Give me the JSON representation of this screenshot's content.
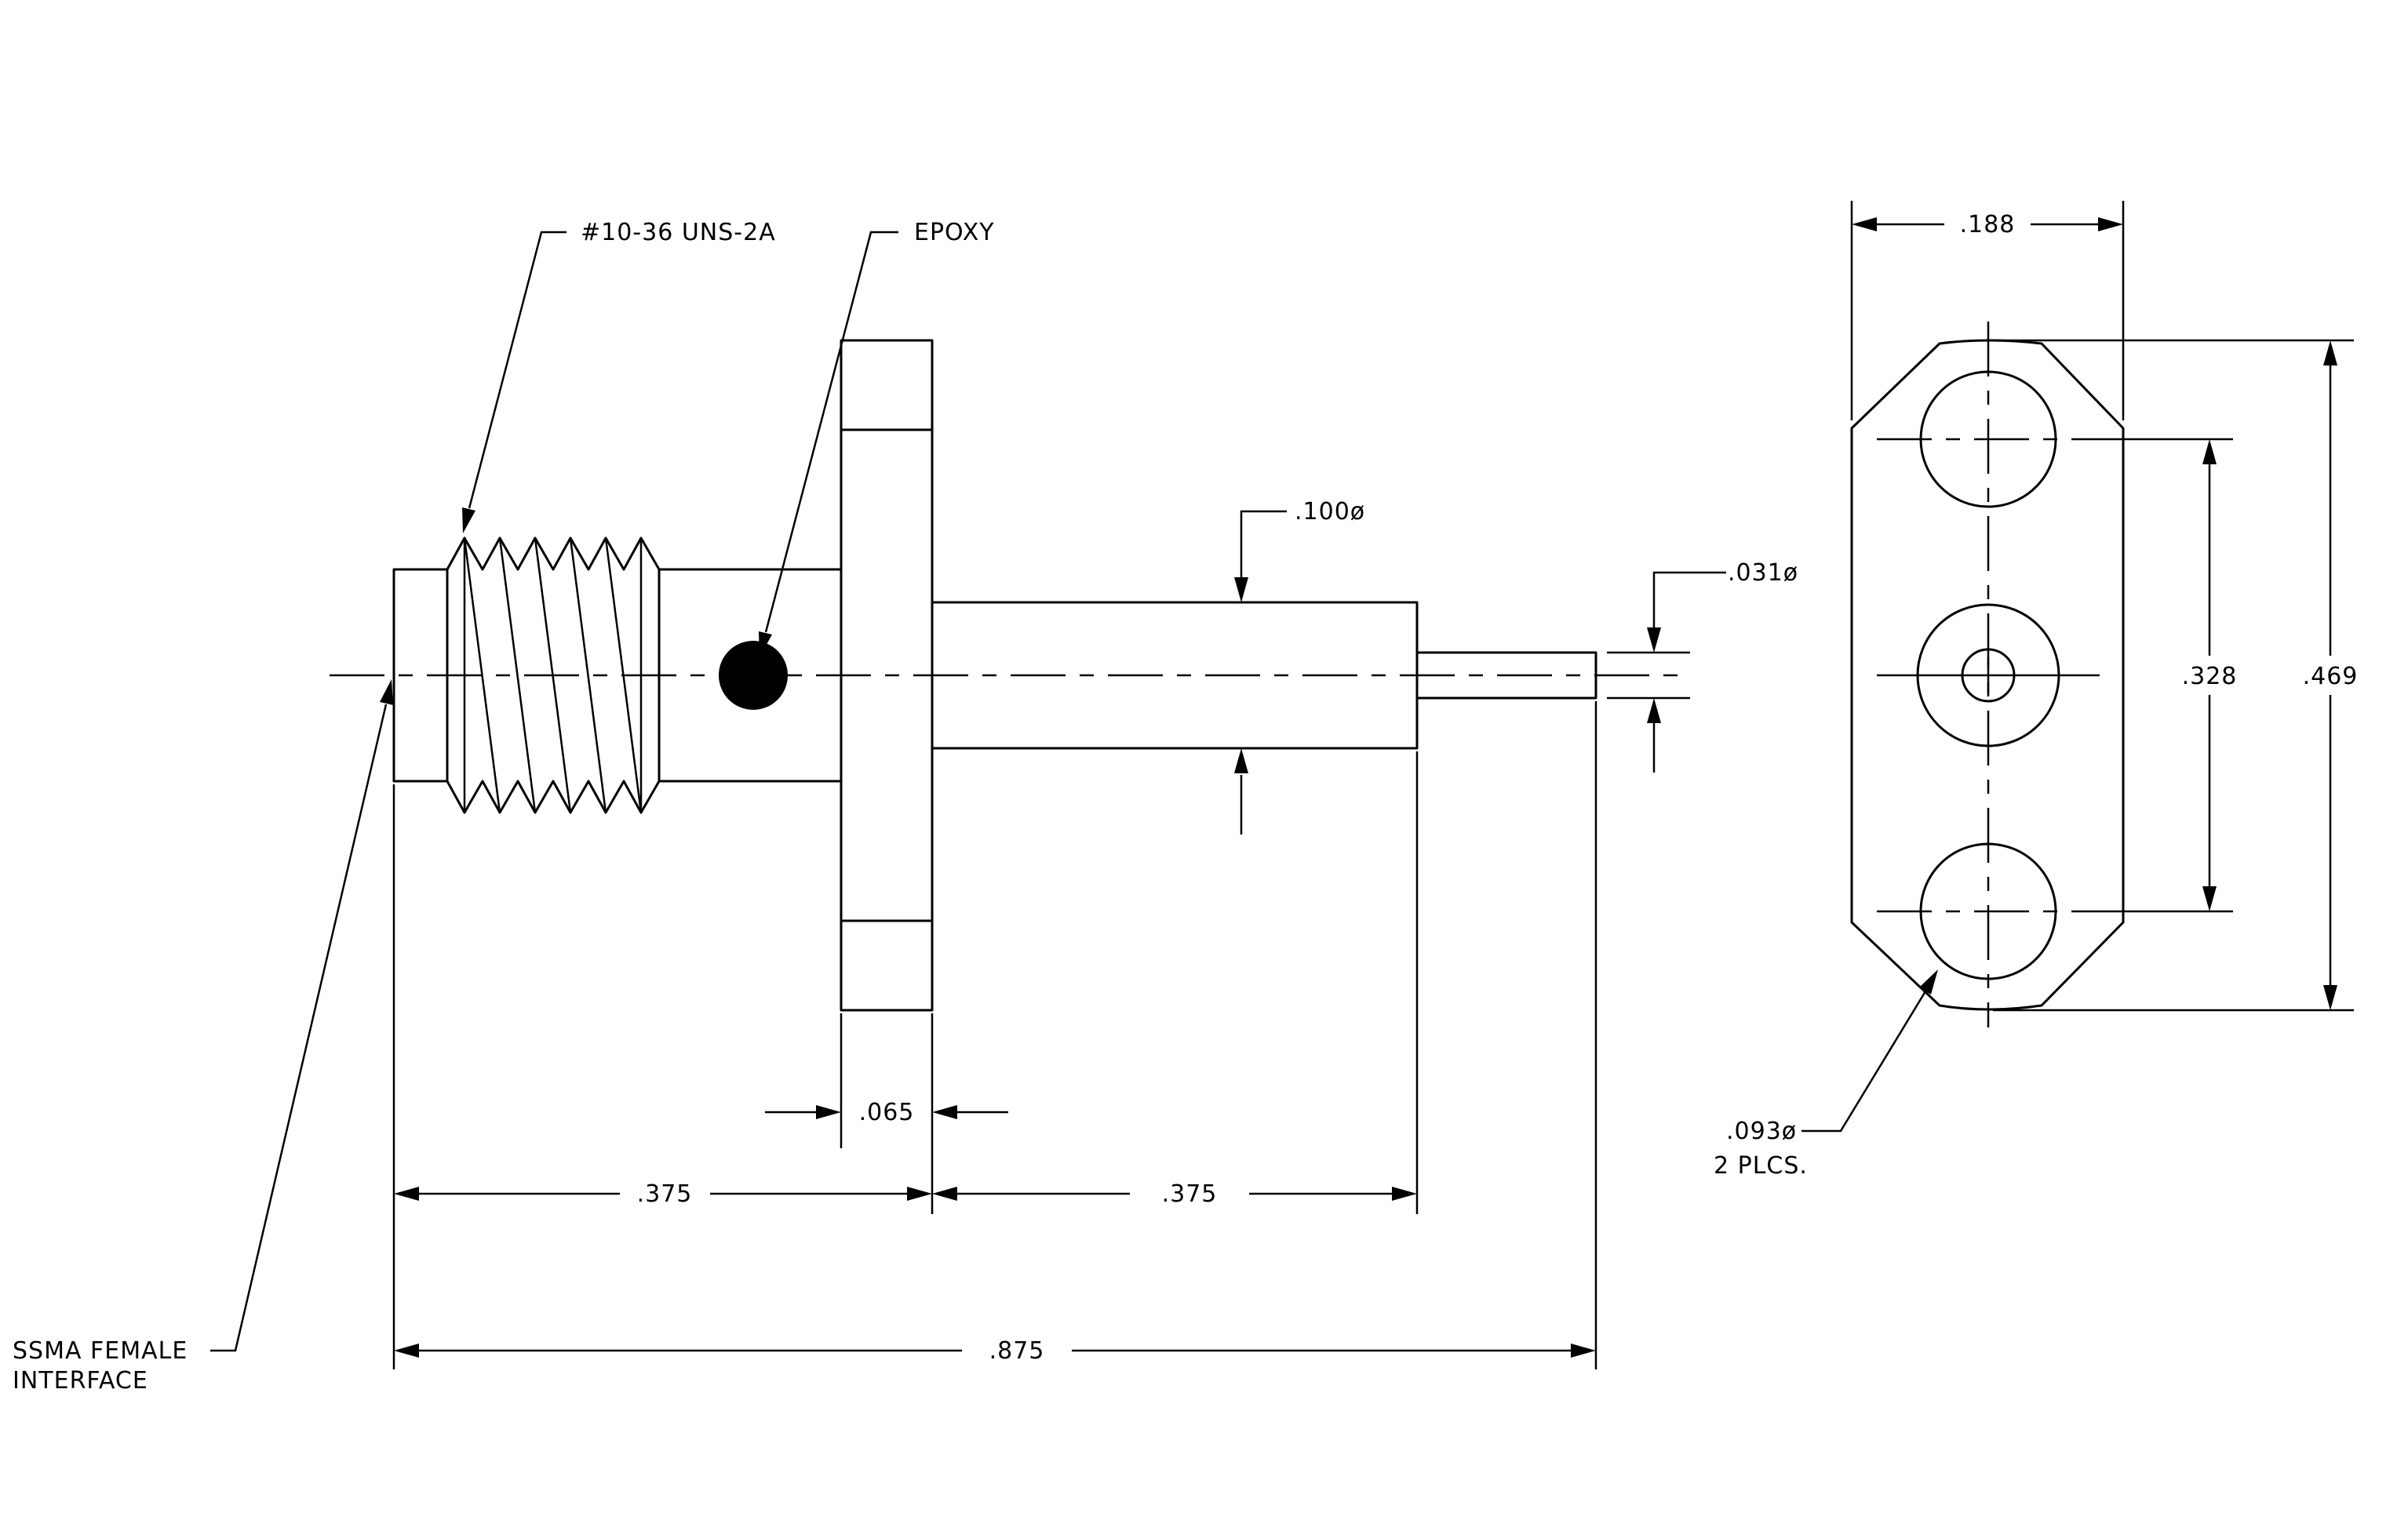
{
  "drawing": {
    "callouts": {
      "thread": "#10-36 UNS-2A",
      "epoxy": "EPOXY",
      "interface_line1": "SSMA FEMALE",
      "interface_line2": "INTERFACE",
      "hole_dia": ".093ø",
      "hole_qty": "2 PLCS.",
      "shaft_dia": ".100ø",
      "pin_dia": ".031ø"
    },
    "dimensions": {
      "flange_thickness": ".065",
      "front_length": ".375",
      "rear_length": ".375",
      "overall_length": ".875",
      "flange_width": ".188",
      "hole_spacing": ".328",
      "flange_height": ".469"
    },
    "colors": {
      "line": "#000000",
      "background": "#ffffff"
    }
  }
}
